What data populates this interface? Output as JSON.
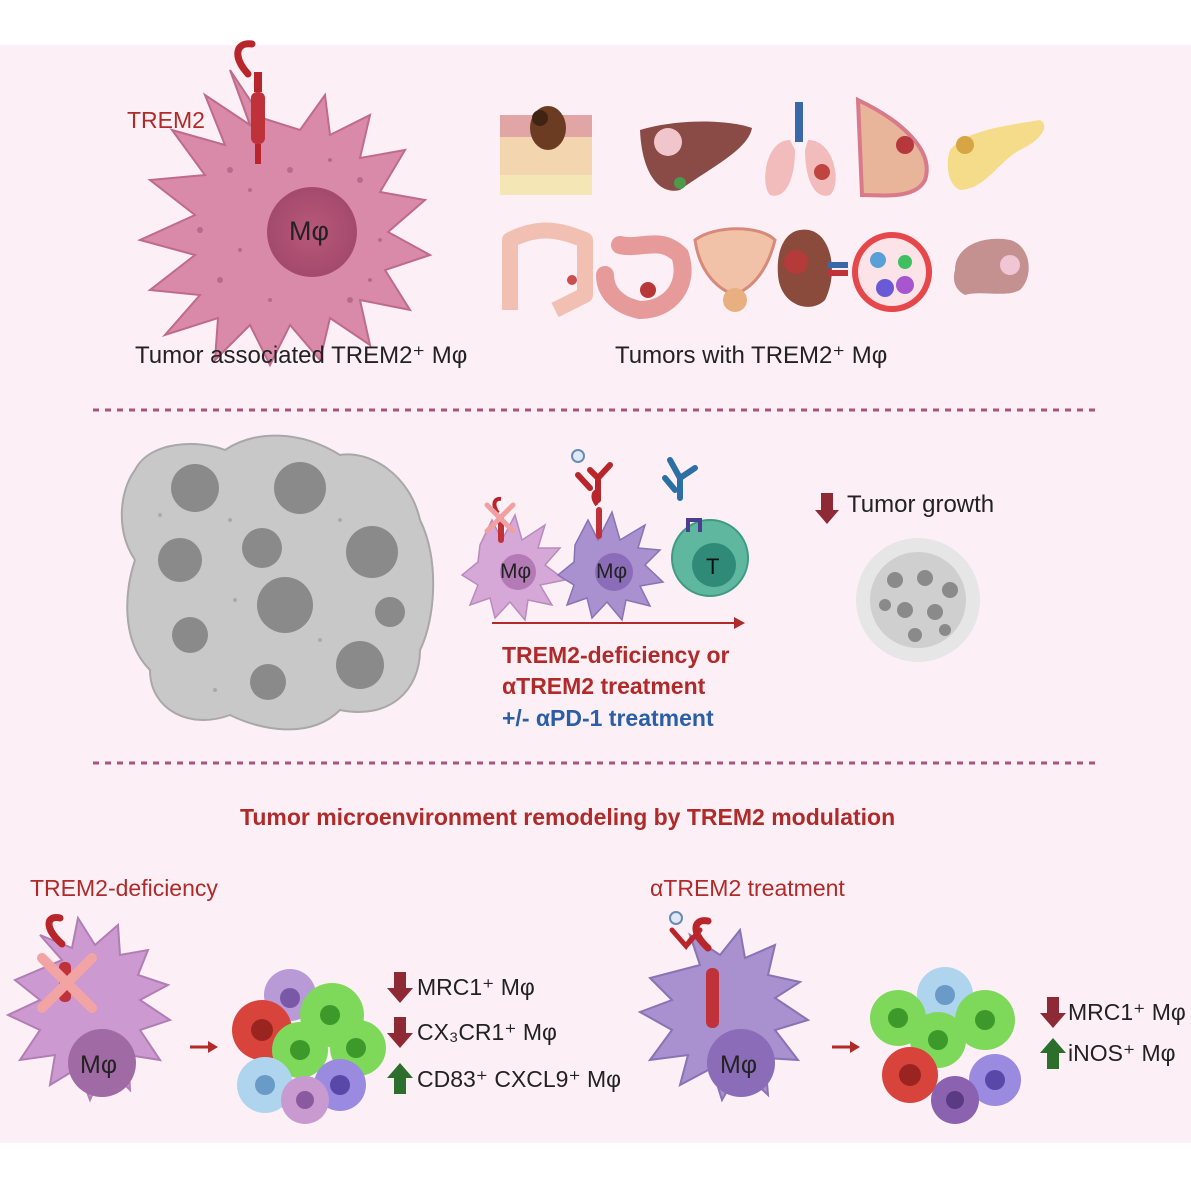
{
  "top": {
    "trem2_label": "TREM2",
    "macrophage_label": "Mφ",
    "caption_left": "Tumor associated TREM2⁺ Mφ",
    "caption_right": "Tumors with TREM2⁺ Mφ",
    "tumor_icons": [
      "skin-tumor-icon",
      "liver-tumor-icon",
      "lung-tumor-icon",
      "breast-tumor-icon",
      "pancreas-tumor-icon",
      "colon-tumor-icon",
      "stomach-tumor-icon",
      "bladder-tumor-icon",
      "kidney-tumor-icon",
      "blood-tumor-icon",
      "brain-tumor-icon"
    ]
  },
  "middle": {
    "mphi_label_1": "Mφ",
    "mphi_label_2": "Mφ",
    "tcell_label": "T",
    "treatment_line1": "TREM2-deficiency or",
    "treatment_line2": "αTREM2 treatment",
    "treatment_line3": "+/- αPD-1 treatment",
    "outcome": "Tumor growth"
  },
  "bottom": {
    "title": "Tumor microenvironment remodeling by TREM2 modulation",
    "left_title": "TREM2-deficiency",
    "left_mphi": "Mφ",
    "left_items": [
      {
        "direction": "down",
        "text": "MRC1⁺ Mφ"
      },
      {
        "direction": "down",
        "text": "CX₃CR1⁺ Mφ"
      },
      {
        "direction": "up",
        "text": "CD83⁺ CXCL9⁺ Mφ"
      }
    ],
    "right_title": "αTREM2 treatment",
    "right_mphi": "Mφ",
    "right_items": [
      {
        "direction": "down",
        "text": "MRC1⁺ Mφ"
      },
      {
        "direction": "up",
        "text": "iNOS⁺ Mφ"
      }
    ]
  },
  "colors": {
    "background": "#fcf0f6",
    "red_text": "#b02a2a",
    "blue_text": "#2a5fa8",
    "down_arrow": "#8e2a35",
    "up_arrow": "#2c6e2c",
    "divider": "#a8567a"
  }
}
